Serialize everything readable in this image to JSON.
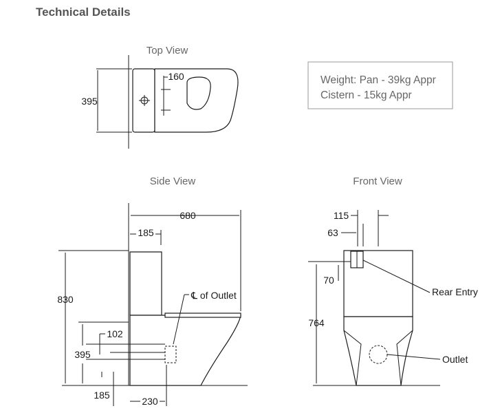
{
  "page_title": "Technical Details",
  "views": {
    "top": "Top View",
    "side": "Side View",
    "front": "Front View"
  },
  "weight": {
    "line1": "Weight: Pan - 39kg Appr",
    "line2": "Cistern - 15kg Appr"
  },
  "dimensions": {
    "top_160": "160",
    "top_395": "395",
    "side_680": "680",
    "side_185_top": "185",
    "side_830": "830",
    "side_102": "102",
    "side_395": "395",
    "side_185_bottom": "185",
    "side_230": "230",
    "front_115": "115",
    "front_63": "63",
    "front_70": "70",
    "front_764": "764"
  },
  "labels": {
    "outlet_centre": "℄ of Outlet",
    "rear_entry": "Rear Entry",
    "outlet": "Outlet"
  }
}
